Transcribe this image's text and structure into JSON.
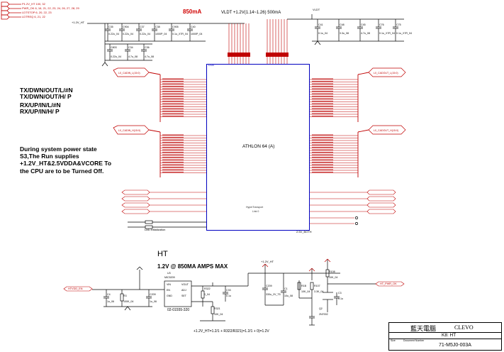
{
  "hier_labels": [
    "P1.2V_HT",
    "PWR_OK",
    "LDTSTOP",
    "LDTREQ"
  ],
  "rail_850": "850mA",
  "vldt_label": "VLDT  +1.2V(1.14~1.26)  500mA",
  "vldt_net": "VLDT",
  "ht_rail": "+1.2V_HT",
  "notes": {
    "tx_n": "TX/DWN/OUT/L/#N",
    "tx_p": "TX/DWN/OUT/H/ P",
    "rx_n": "RX/UP/IN/L/#N",
    "rx_p": "RX/UP/IN/H/ P",
    "power_state": [
      "During system power state",
      "S3,The Run supplies",
      "+1.2V_HT&2.5VDDA&VCORE To",
      "the CPU are to be Turned Off."
    ]
  },
  "cpu": {
    "name": "ATHLON 64 (A)",
    "ref": "U1A",
    "hyper": "HyperTransport",
    "link0": "Link 0",
    "bottom_net": "2.5V_BOTH"
  },
  "link_init": "Link Initialization",
  "ht_title": "HT",
  "ht_spec": "1.2V @ 850MA AMPS MAX",
  "reg_part": "02-01555-320",
  "reg_ref": "U3",
  "formula": "+1.2V_HT=1.2/1 + R322/R321)=1.2/1 + 0)=1.2V",
  "htvdd_en": "HTVDD_EN",
  "ht_pwr_ok": "HT_PWR_OK",
  "title_block": {
    "company_cn": "藍天電腦",
    "company_en": "CLEVO",
    "sheet_name": "K8: HT",
    "doc_no": "71-M5J0-003A",
    "size": "Size",
    "doc_label": "Document Number"
  },
  "colors": {
    "wire": "#000000",
    "chip": "#0000c0",
    "power": "#d00000",
    "bus": "#c00000"
  }
}
